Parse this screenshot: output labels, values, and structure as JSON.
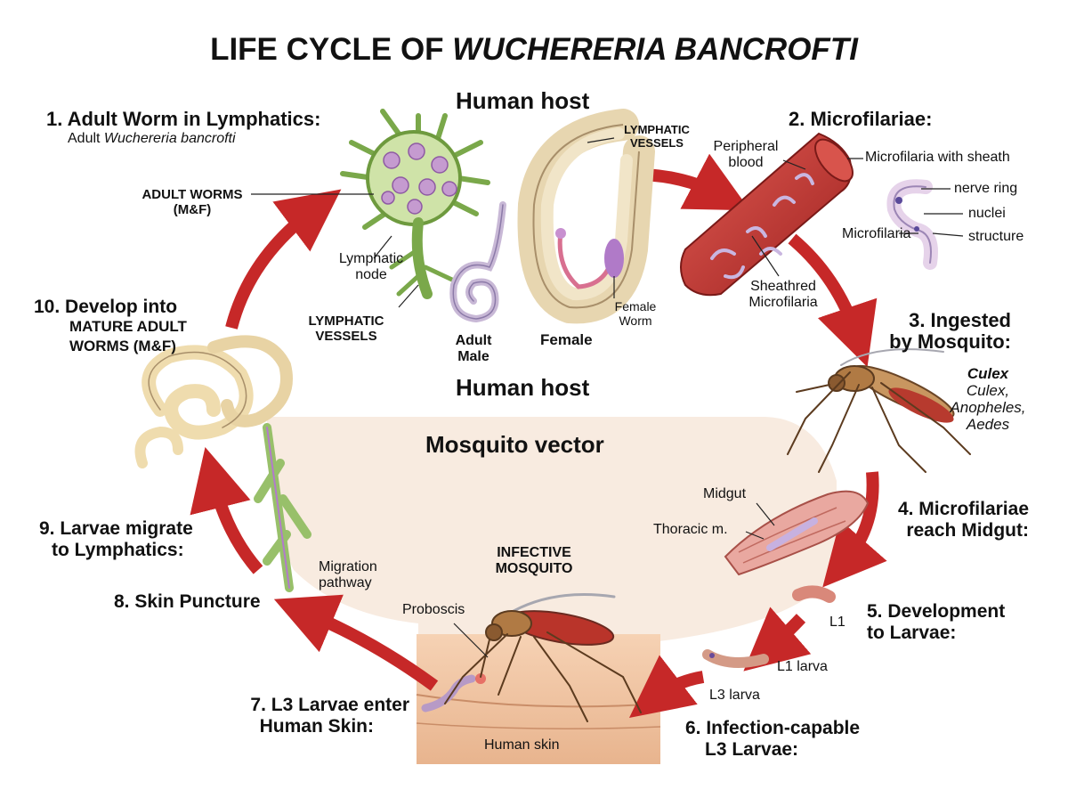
{
  "title": {
    "main": "LIFE CYCLE OF",
    "species": "WUCHERERIA BANCROFTI"
  },
  "regions": {
    "human_top": "Human host",
    "human_mid": "Human host",
    "mosquito": "Mosquito vector"
  },
  "steps": {
    "s1": {
      "title": "1. Adult Worm in Lymphatics:",
      "sub_prefix": "Adult",
      "sub_species": "Wuchereria bancrofti"
    },
    "s2": {
      "title": "2. Microfilariae:"
    },
    "s3": {
      "line1": "3. Ingested",
      "line2": "by Mosquito:"
    },
    "s4": {
      "line1": "4. Microfilariae",
      "line2": "reach Midgut:"
    },
    "s5": {
      "line1": "5. Development",
      "line2": "to Larvae:"
    },
    "s6": {
      "line1": "6. Infection-capable",
      "line2": "L3 Larvae:"
    },
    "s7": {
      "line1": "7. L3 Larvae enter",
      "line2": "Human Skin:"
    },
    "s8": {
      "title": "8. Skin Puncture"
    },
    "s9": {
      "line1": "9. Larvae migrate",
      "line2": "to Lymphatics:"
    },
    "s10": {
      "line1": "10. Develop into",
      "line2": "MATURE ADULT",
      "line3": "WORMS (M&F)"
    }
  },
  "labels": {
    "adult_worms": {
      "line1": "ADULT WORMS",
      "line2": "(M&F)"
    },
    "lymphatic_node": {
      "line1": "Lymphatic",
      "line2": "node"
    },
    "lymphatic_vessels_top": {
      "line1": "LYMPHATIC",
      "line2": "VESSELS"
    },
    "lymphatic_vessels_left": {
      "line1": "LYMPHATIC",
      "line2": "VESSELS"
    },
    "adult_male": {
      "line1": "Adult",
      "line2": "Male"
    },
    "female": "Female",
    "female_worm": {
      "line1": "Female",
      "line2": "Worm"
    },
    "peripheral_blood": {
      "line1": "Peripheral",
      "line2": "blood"
    },
    "microfilaria_sheath": "Microfilaria with sheath",
    "nerve_ring": "nerve ring",
    "nuclei": "nuclei",
    "structure": "structure",
    "microfilaria": "Microfilaria",
    "sheathed_microfilaria": {
      "line1": "Sheathred",
      "line2": "Microfilaria"
    },
    "mosquito_genera": {
      "bold": "Culex",
      "line1": "Culex,",
      "line2": "Anopheles,",
      "line3": "Aedes"
    },
    "midgut": "Midgut",
    "thoracic": "Thoracic m.",
    "l1": "L1",
    "l1_larva": "L1 larva",
    "l3_larva": "L3 larva",
    "infective_mosquito": {
      "line1": "INFECTIVE",
      "line2": "MOSQUITO"
    },
    "proboscis": "Proboscis",
    "human_skin": "Human skin",
    "migration_pathway": {
      "line1": "Migration",
      "line2": "pathway"
    }
  },
  "colors": {
    "arrow": "#c62828",
    "lymph_green": "#7aa84a",
    "worm_cream": "#efdcae",
    "blood_red": "#b9302e",
    "skin": "#f3c9a8",
    "vector_bg": "#f8ebe0"
  }
}
